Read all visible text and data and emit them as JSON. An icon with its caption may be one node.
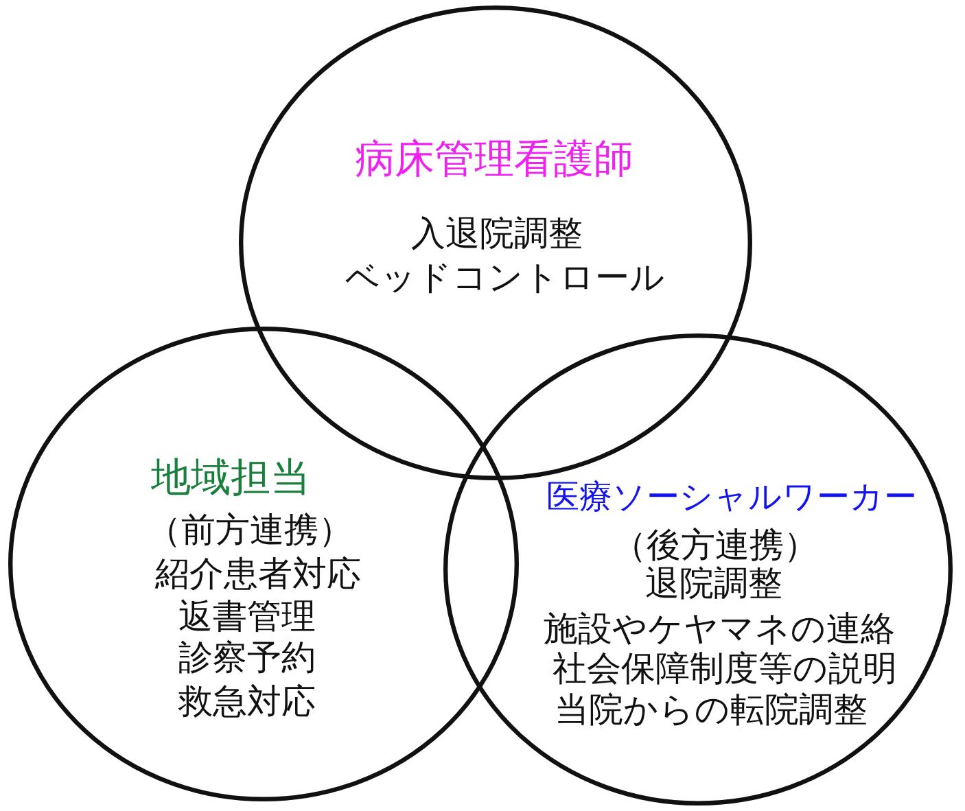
{
  "diagram": {
    "nodes": [
      {
        "text": [
          "病床管理看護師",
          "入退院調整",
          "ベッドコントロール"
        ]
      },
      {
        "text": [
          "地域担当",
          "（前方連携）",
          "紹介患者対応",
          "返書管理",
          "診察予約",
          "救急対応"
        ]
      },
      {
        "text": [
          "医療ソーシャルワーカー",
          "（後方連携）",
          "退院調整",
          "施設やケヤマネの連絡",
          "社会保障制度等の説明",
          "当院からの転院調整"
        ]
      }
    ]
  }
}
